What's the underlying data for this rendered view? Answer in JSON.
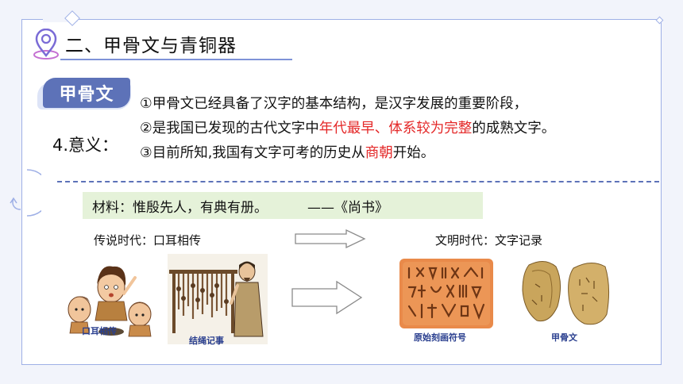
{
  "section_title": "二、甲骨文与青铜器",
  "badge_label": "甲骨文",
  "meaning_label": "4.意义：",
  "points": [
    {
      "text": "①甲骨文已经具备了汉字的基本结构，是汉字发展的重要阶段，",
      "before": "",
      "highlight": "",
      "after": ""
    },
    {
      "before": "②是我国已发现的古代文字中",
      "highlight": "年代最早、体系较为完整",
      "after": "的成熟文字。"
    },
    {
      "before": "③目前所知,我国有文字可考的历史从",
      "highlight": "商朝",
      "after": "开始。"
    }
  ],
  "material": {
    "text": "材料：惟殷先人，有典有册。",
    "source": "——《尚书》"
  },
  "legend_era": "传说时代：口耳相传",
  "civilized_era": "文明时代：文字记录",
  "captions": {
    "oral": "口耳相传",
    "knots": "结绳记事",
    "symbols": "原始刻画符号",
    "oracle": "甲骨文"
  },
  "colors": {
    "accent": "#5d72b8",
    "frame": "#9fb0e6",
    "highlight": "#e42828",
    "material_bg": "#e5f2d9",
    "caption": "#2a3f8f"
  }
}
